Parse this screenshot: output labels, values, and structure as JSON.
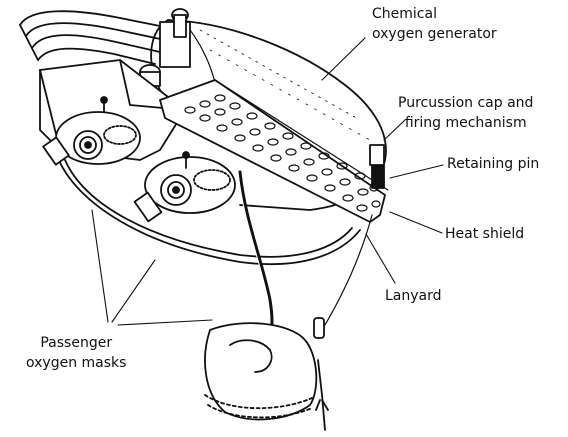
{
  "labels": {
    "chemical_generator": {
      "line1": "Chemical",
      "line2": "oxygen generator"
    },
    "purcussion_cap": {
      "line1": "Purcussion cap and",
      "line2": "firing mechanism"
    },
    "retaining_pin": "Retaining pin",
    "heat_shield": "Heat shield",
    "lanyard": "Lanyard",
    "passenger_masks": {
      "line1": "Passenger",
      "line2": "oxygen masks"
    }
  },
  "colors": {
    "ink": "#111111",
    "paper": "#ffffff"
  }
}
